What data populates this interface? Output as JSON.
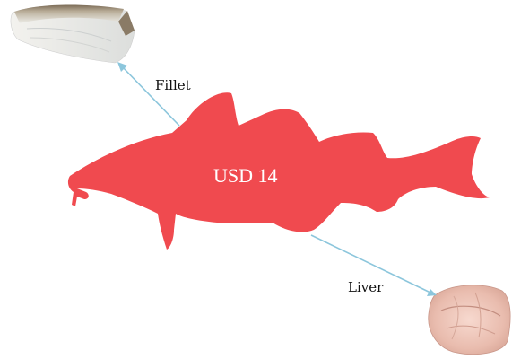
{
  "fish": {
    "price_label": "USD 14",
    "color": "#f04a4f"
  },
  "products": [
    {
      "name": "Fillet",
      "image": "fillet-photo"
    },
    {
      "name": "Liver",
      "image": "liver-photo"
    }
  ],
  "arrow_color": "#8cc6dc"
}
